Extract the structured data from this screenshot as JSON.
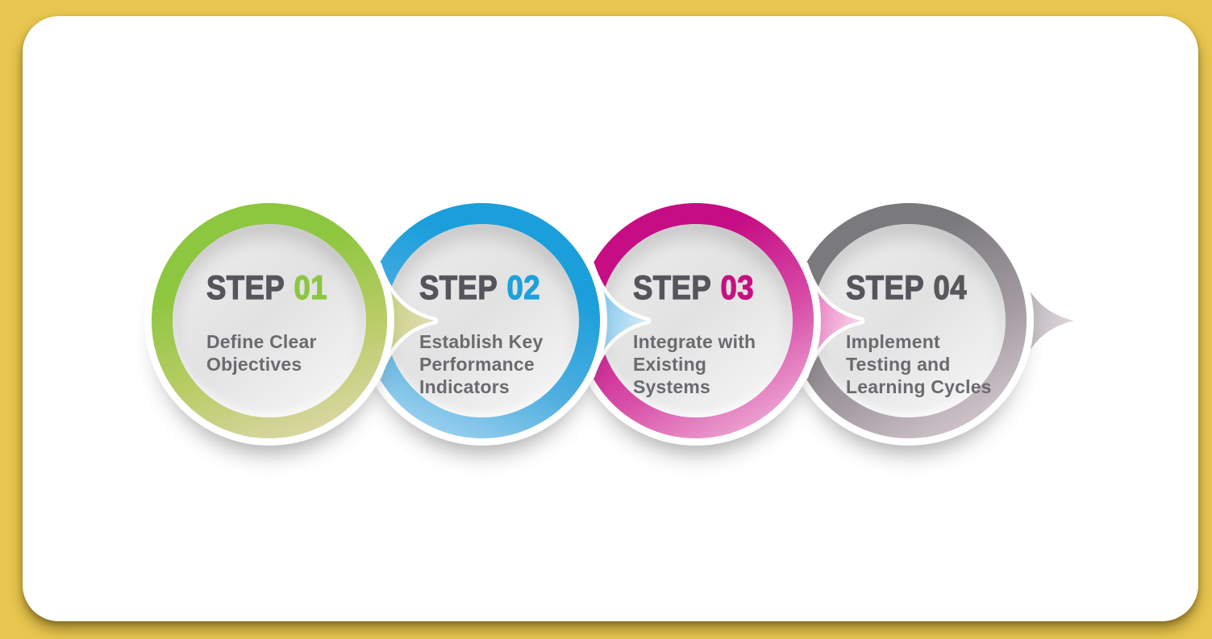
{
  "page": {
    "background_color": "#e8c64f",
    "card_color": "#ffffff"
  },
  "infographic": {
    "steps": [
      {
        "label": "STEP",
        "number": "01",
        "description": [
          "Define Clear",
          "Objectives"
        ],
        "colors": {
          "ring-a": "#8dc63f",
          "ring-b": "#b9cc66",
          "ring-c": "#ded8ab",
          "arrow-a": "#b5ca60",
          "arrow-b": "#e0dbb2",
          "num": "#8cc63f"
        }
      },
      {
        "label": "STEP",
        "number": "02",
        "description": [
          "Establish Key",
          "Performance",
          "Indicators"
        ],
        "colors": {
          "ring-a": "#1b9fdb",
          "ring-b": "#4faee0",
          "ring-c": "#a6d6f0",
          "arrow-a": "#3fa9de",
          "arrow-b": "#cfe9f8",
          "num": "#1da1db"
        }
      },
      {
        "label": "STEP",
        "number": "03",
        "description": [
          "Integrate with",
          "Existing",
          "Systems"
        ],
        "colors": {
          "ring-a": "#c60d84",
          "ring-b": "#d84fa8",
          "ring-c": "#f0b4da",
          "arrow-a": "#e23fa5",
          "arrow-b": "#f6cfe7",
          "num": "#c6107f"
        }
      },
      {
        "label": "STEP",
        "number": "04",
        "description": [
          "Implement",
          "Testing and",
          "Learning Cycles"
        ],
        "colors": {
          "ring-a": "#7a7a7d",
          "ring-b": "#a29aa0",
          "ring-c": "#d9cdd3",
          "arrow-a": "#9a989b",
          "arrow-b": "#ddd4da",
          "num": "#58595b"
        }
      }
    ]
  }
}
